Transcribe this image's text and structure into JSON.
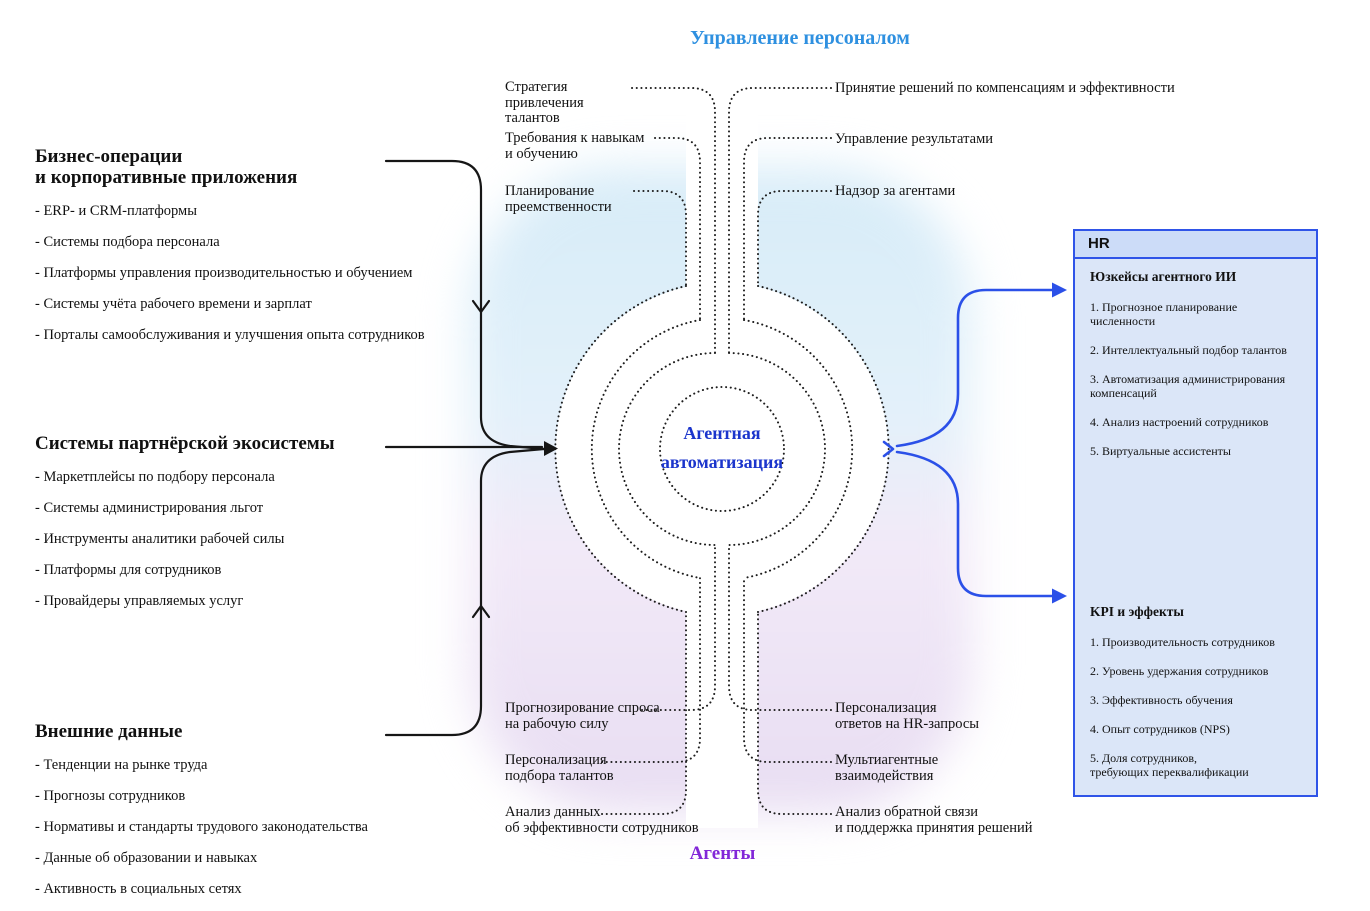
{
  "titles": {
    "top": "Управление персоналом",
    "bottom": "Агенты",
    "center": "Агентная\nавтоматизация"
  },
  "left_sections": [
    {
      "heading": "Бизнес-операции\nи корпоративные приложения",
      "items": [
        "- ERP- и CRM-платформы",
        "- Системы подбора персонала",
        "- Платформы управления производительностью и обучением",
        "- Системы учёта рабочего времени и зарплат",
        "- Порталы самообслуживания и улучшения опыта сотрудников"
      ]
    },
    {
      "heading": "Системы партнёрской экосистемы",
      "items": [
        "- Маркетплейсы по подбору персонала",
        "- Системы администрирования льгот",
        "- Инструменты аналитики рабочей силы",
        "- Платформы для сотрудников",
        "- Провайдеры управляемых услуг"
      ]
    },
    {
      "heading": "Внешние данные",
      "items": [
        "- Тенденции на рынке труда",
        "- Прогнозы сотрудников",
        "- Нормативы и стандарты трудового законодательства",
        "- Данные об образовании и навыках",
        "- Активность в социальных сетях"
      ]
    }
  ],
  "callouts": {
    "top_left": [
      "Стратегия\nпривлечения\nталантов",
      "Требования к навыкам\nи обучению",
      "Планирование\nпреемственности"
    ],
    "top_right": [
      "Принятие решений по компенсациям и эффективности",
      "Управление результатами",
      "Надзор за агентами"
    ],
    "bottom_left": [
      "Прогнозирование спроса\nна рабочую силу",
      "Персонализация\nподбора талантов",
      "Анализ данных\nоб эффективности сотрудников"
    ],
    "bottom_right": [
      "Персонализация\nответов на HR-запросы",
      "Мультиагентные\nвзаимодействия",
      "Анализ обратной связи\nи поддержка принятия решений"
    ]
  },
  "hr_box": {
    "title": "HR",
    "sections": [
      {
        "heading": "Юзкейсы агентного ИИ",
        "items": [
          "1. Прогнозное планирование\nчисленности",
          "2. Интеллектуальный подбор талантов",
          "3. Автоматизация администрирования\nкомпенсаций",
          "4. Анализ настроений сотрудников",
          "5. Виртуальные ассистенты"
        ]
      },
      {
        "heading": "KPI и эффекты",
        "items": [
          "1. Производительность сотрудников",
          "2. Уровень удержания сотрудников",
          "3. Эффективность обучения",
          "4. Опыт сотрудников (NPS)",
          "5. Доля сотрудников,\nтребующих переквалификации"
        ]
      }
    ]
  },
  "colors": {
    "top_title": "#2e90e0",
    "bottom_title": "#8227d8",
    "center_label": "#1b35cc",
    "blue_arrow": "#2b50e8",
    "hr_box_border": "#2f54e8",
    "hr_box_fill": "#dbe6f8",
    "hr_box_header_fill": "#ccdcf8",
    "gradient_top": "#d7ecf8",
    "gradient_bottom": "#e8ddf2",
    "line_black": "#161616"
  }
}
